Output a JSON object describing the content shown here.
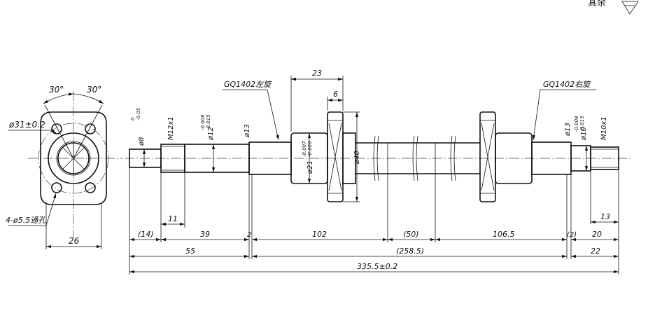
{
  "corner_note": "其余",
  "end_view": {
    "angle_left": "30°",
    "angle_right": "30°",
    "pcd_label": "ø31±0.2",
    "holes_label": "4-ø5.5通孔",
    "width_label": "26"
  },
  "shaft": {
    "left_thread_label": "GQ1402左旋",
    "right_thread_label": "GQ1402右旋",
    "d_left_end": "ø8",
    "d_left_end_tol_upper": "0",
    "d_left_end_tol_lower": "-0.05",
    "m12": "M12x1",
    "d12": "ø12",
    "d12_tol_upper": "-0.008",
    "d12_tol_lower": "-0.015",
    "d13_left": "ø13",
    "d21": "ø21",
    "d21_tol_upper": "-0.007",
    "d21_tol_lower": "-0.020",
    "d40": "ø40",
    "d13_right": "ø13",
    "d10": "ø10",
    "d10_tol_upper": "-0.008",
    "d10_tol_lower": "-0.015",
    "m10": "M10x1"
  },
  "dims": {
    "nut_length": "23",
    "flange_width": "6",
    "left_thread_len": "11",
    "right_thread_len": "13",
    "d14": "(14)",
    "d39": "39",
    "d2_left": "2",
    "d102": "102",
    "d50": "(50)",
    "d106_5": "106.5",
    "d2_right": "(2)",
    "d20": "20",
    "d55": "55",
    "d258_5": "(258.5)",
    "d22": "22",
    "total": "335.5±0.2"
  }
}
